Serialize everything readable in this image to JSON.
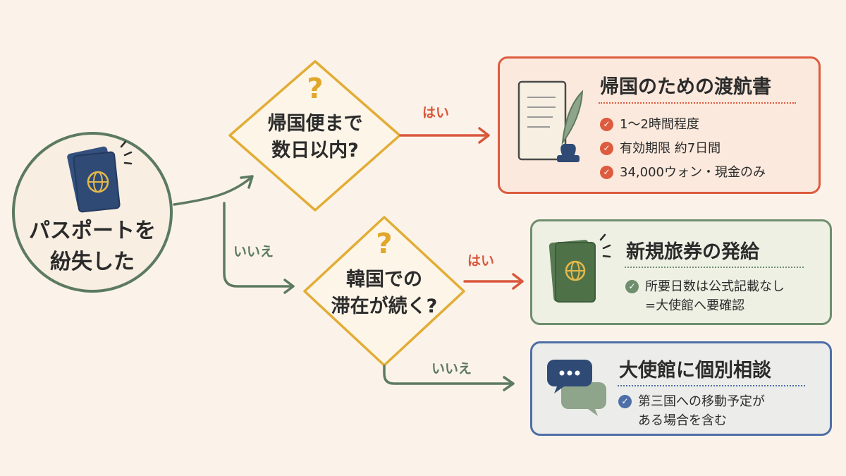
{
  "start": {
    "lines": [
      "パスポートを",
      "紛失した"
    ]
  },
  "decision_1": {
    "mark": "?",
    "lines": [
      "帰国便まで",
      "数日以内?"
    ]
  },
  "decision_2": {
    "mark": "?",
    "lines": [
      "韓国での",
      "滞在が続く?"
    ]
  },
  "edges": {
    "d1_yes": "はい",
    "start_no": "いいえ",
    "d2_yes": "はい",
    "d2_no": "いいえ"
  },
  "outcome_travel_doc": {
    "title": "帰国のための渡航書",
    "items": [
      "1〜2時間程度",
      "有効期限 約7日間",
      "34,000ウォン・現金のみ"
    ]
  },
  "outcome_new_passport": {
    "title": "新規旅券の発給",
    "item_lines": [
      "所要日数は公式記載なし",
      "=大使館へ要確認"
    ]
  },
  "outcome_consult": {
    "title": "大使館に個別相談",
    "item_lines": [
      "第三国への移動予定が",
      "ある場合を含む"
    ]
  },
  "colors": {
    "background": "#fbf3ea",
    "start_border": "#5c7a60",
    "decision_border": "#e2ad36",
    "yes": "#d9573c",
    "no": "#5c7a60",
    "orange_card": "#dd5b3e",
    "green_card": "#6f8e6e",
    "blue_card": "#4e6ea7"
  },
  "icons": [
    "passport-icon",
    "document-quill-icon",
    "green-passport-icon",
    "chat-bubbles-icon",
    "check-icon"
  ]
}
